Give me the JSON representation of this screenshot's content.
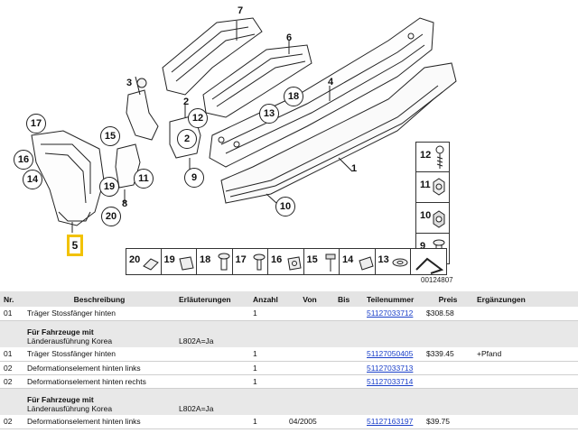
{
  "diagram": {
    "callouts": [
      "17",
      "16",
      "14",
      "15",
      "19",
      "11",
      "20",
      "12",
      "2",
      "13",
      "18",
      "6",
      "7",
      "9",
      "10",
      "3"
    ],
    "plain_numbers": [
      "7",
      "6",
      "4",
      "1",
      "2",
      "8",
      "3"
    ],
    "highlighted_number": "5",
    "diagram_id": "00124807",
    "legend_right": [
      "12",
      "11",
      "10",
      "9"
    ],
    "legend_bottom": [
      "20",
      "19",
      "18",
      "17",
      "16",
      "15",
      "14",
      "13"
    ]
  },
  "table": {
    "headers": {
      "nr": "Nr.",
      "beschreibung": "Beschreibung",
      "erlaeuterungen": "Erläuterungen",
      "anzahl": "Anzahl",
      "von": "Von",
      "bis": "Bis",
      "teilenummer": "Teilenummer",
      "preis": "Preis",
      "ergaenzungen": "Ergänzungen"
    },
    "rows": [
      {
        "nr": "01",
        "beschreibung": "Träger Stossfänger hinten",
        "erl": "",
        "anzahl": "1",
        "von": "",
        "bis": "",
        "teil": "51127033712",
        "preis": "$308.58",
        "erg": ""
      },
      {
        "note_title": "Für Fahrzeuge mit",
        "note_text": "Länderausführung Korea",
        "erl": "L802A=Ja"
      },
      {
        "nr": "01",
        "beschreibung": "Träger Stossfänger hinten",
        "erl": "",
        "anzahl": "1",
        "von": "",
        "bis": "",
        "teil": "51127050405",
        "preis": "$339.45",
        "erg": "+Pfand"
      },
      {
        "nr": "02",
        "beschreibung": "Deformationselement hinten links",
        "erl": "",
        "anzahl": "1",
        "von": "",
        "bis": "",
        "teil": "51127033713",
        "preis": "",
        "erg": ""
      },
      {
        "nr": "02",
        "beschreibung": "Deformationselement hinten rechts",
        "erl": "",
        "anzahl": "1",
        "von": "",
        "bis": "",
        "teil": "51127033714",
        "preis": "",
        "erg": ""
      },
      {
        "note_title": "Für Fahrzeuge mit",
        "note_text": "Länderausführung Korea",
        "erl": "L802A=Ja"
      },
      {
        "nr": "02",
        "beschreibung": "Deformationselement hinten links",
        "erl": "",
        "anzahl": "1",
        "von": "04/2005",
        "bis": "",
        "teil": "51127163197",
        "preis": "$39.75",
        "erg": ""
      }
    ]
  }
}
